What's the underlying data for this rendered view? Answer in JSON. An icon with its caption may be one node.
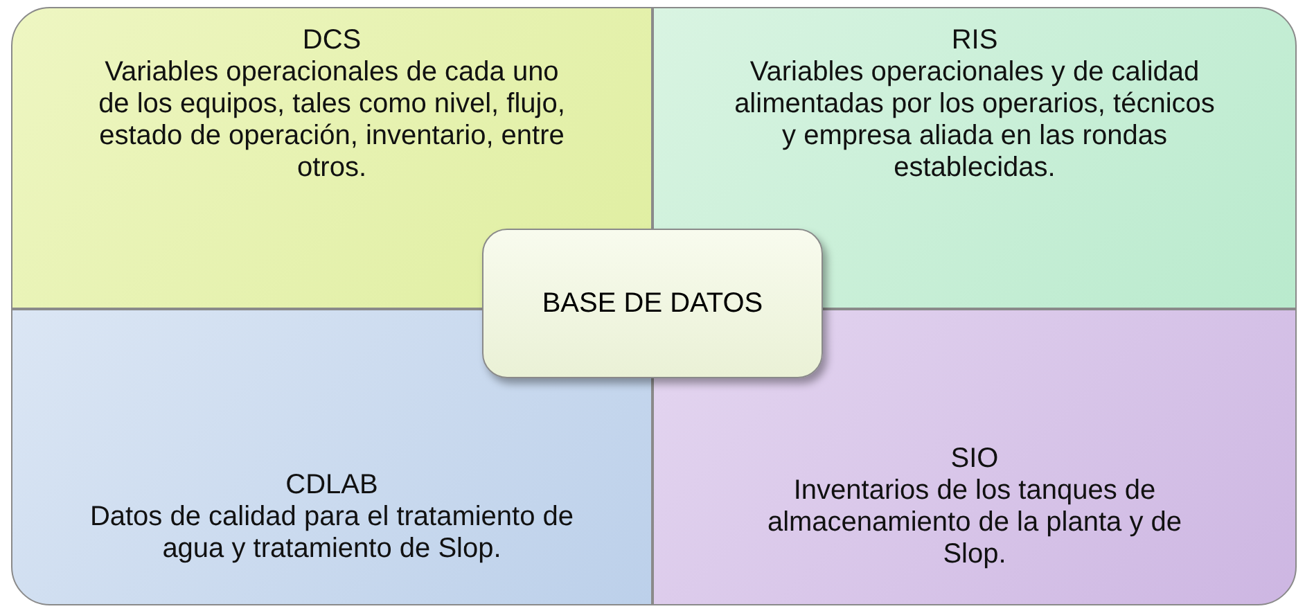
{
  "diagram": {
    "nodes": [
      {
        "text": [
          "DCS",
          "Variables operacionales de cada uno de los equipos, tales como nivel, flujo, estado de operación, inventario, entre otros."
        ]
      },
      {
        "text": [
          "RIS",
          "Variables operacionales y de calidad alimentadas por los operarios, técnicos y empresa aliada en las rondas establecidas."
        ]
      },
      {
        "text": [
          "CDLAB",
          "Datos de calidad para el tratamiento de agua y tratamiento de Slop."
        ]
      },
      {
        "text": [
          "SIO",
          "Inventarios de los tanques de almacenamiento de la planta y de Slop."
        ]
      },
      {
        "text": [
          "BASE DE DATOS"
        ]
      }
    ]
  }
}
